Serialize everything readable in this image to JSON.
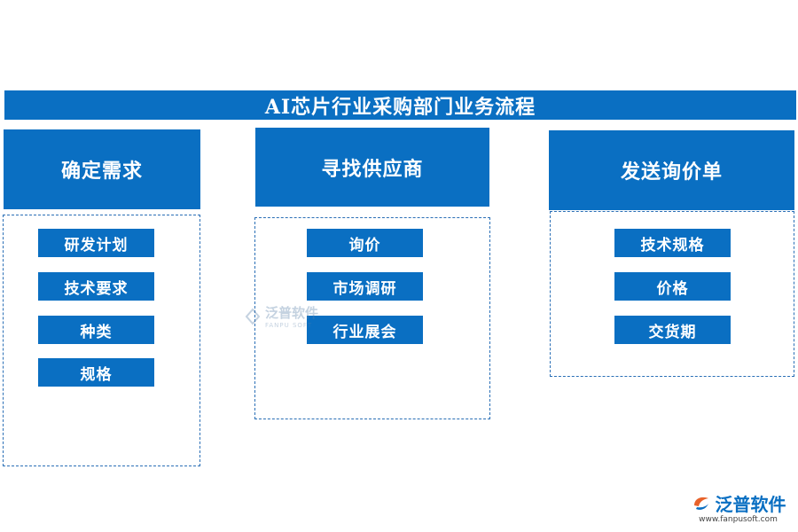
{
  "title": "AI芯片行业采购部门业务流程",
  "columns": [
    {
      "header": "确定需求",
      "items": [
        "研发计划",
        "技术要求",
        "种类",
        "规格"
      ]
    },
    {
      "header": "寻找供应商",
      "items": [
        "询价",
        "市场调研",
        "行业展会"
      ]
    },
    {
      "header": "发送询价单",
      "items": [
        "技术规格",
        "价格",
        "交货期"
      ]
    }
  ],
  "watermark": {
    "text": "泛普软件",
    "subtext": "FANPU SOFT"
  },
  "logo": {
    "text": "泛普软件",
    "url": "www.fanpusoft.com"
  },
  "colors": {
    "primary": "#0a6fc2",
    "dashed_border": "#2a6fb6"
  }
}
